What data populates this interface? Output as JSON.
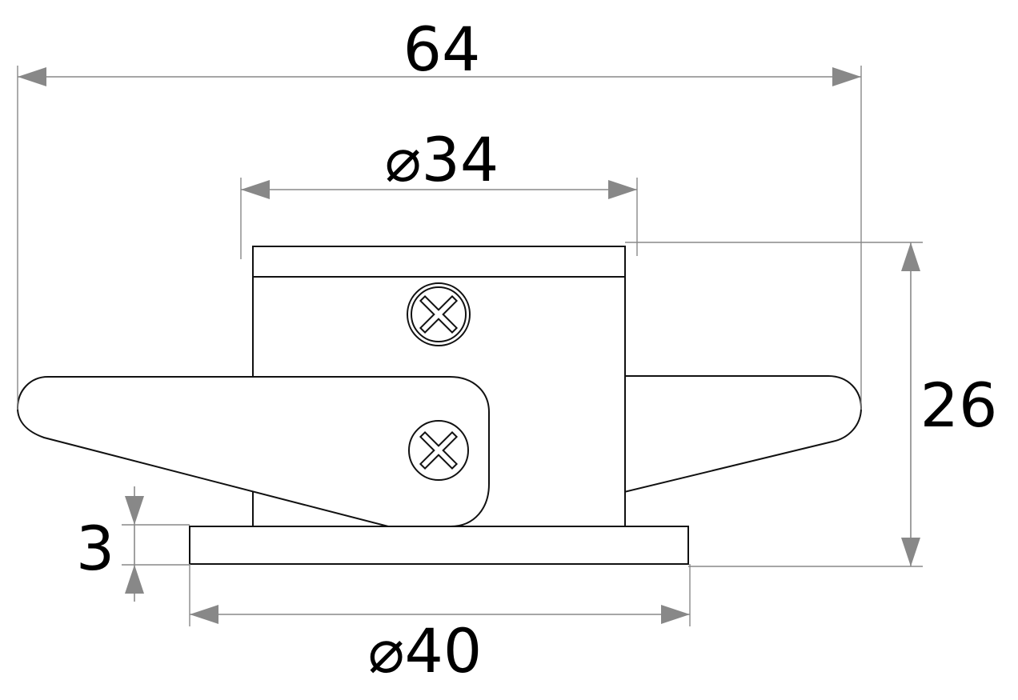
{
  "drawing": {
    "colors": {
      "outline": "#111111",
      "dimension": "#888888",
      "text": "#000000",
      "background": "#ffffff"
    },
    "dimensions": {
      "overall_width": "64",
      "body_diameter": "34",
      "height": "26",
      "base_thickness": "3",
      "base_diameter": "40"
    },
    "symbols": {
      "diameter": "⌀"
    },
    "icons": [
      "phillips-screw-icon",
      "phillips-screw-icon"
    ]
  }
}
